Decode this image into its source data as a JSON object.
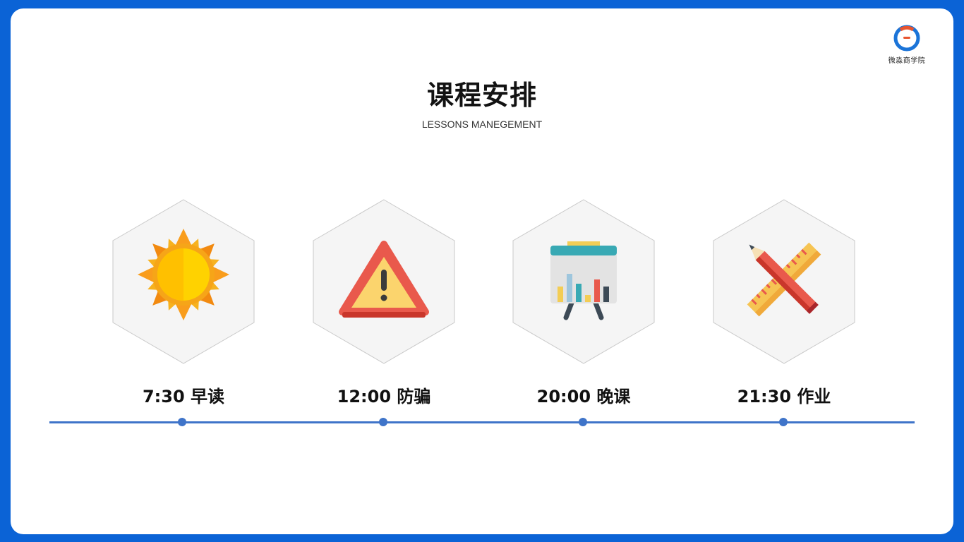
{
  "logo": {
    "text": "微淼商学院"
  },
  "header": {
    "title": "课程安排",
    "subtitle": "LESSONS MANEGEMENT"
  },
  "items": [
    {
      "label": "7:30 早读",
      "icon": "sun-icon"
    },
    {
      "label": "12:00 防骗",
      "icon": "warning-icon"
    },
    {
      "label": "20:00 晚课",
      "icon": "presentation-board-icon"
    },
    {
      "label": "21:30 作业",
      "icon": "pencil-ruler-icon"
    }
  ],
  "colors": {
    "background": "#0b63d6",
    "timeline": "#3f74c9",
    "hexagon_fill": "#f5f5f5",
    "hexagon_stroke": "#c9c9c9"
  }
}
